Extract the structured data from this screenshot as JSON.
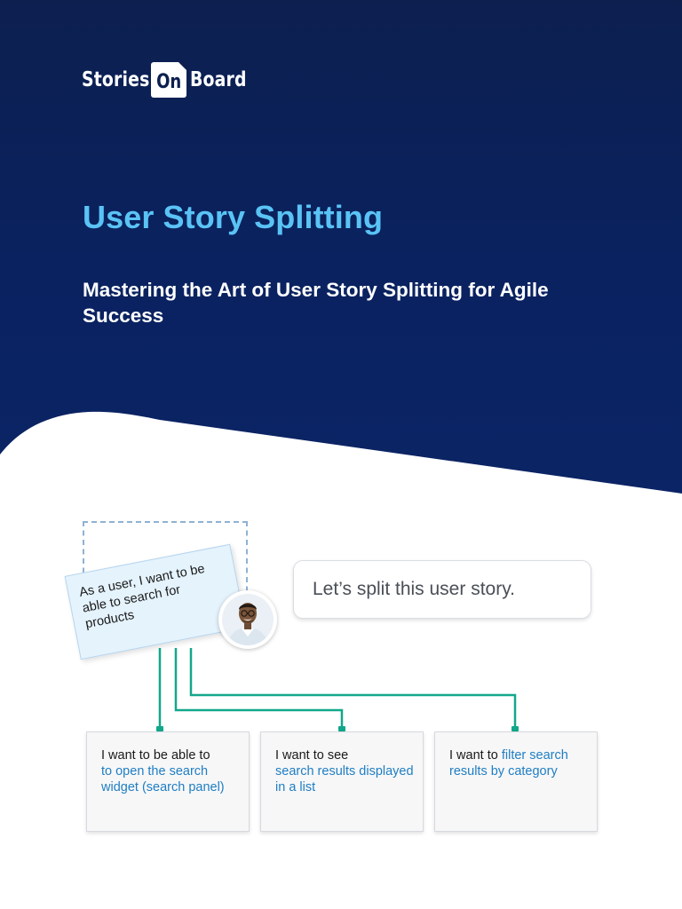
{
  "logo": {
    "stories": "Stories",
    "on": "On",
    "board": "Board"
  },
  "title": "User Story Splitting",
  "subtitle": "Mastering the Art of User Story Splitting for Agile Success",
  "diagram": {
    "story_card": "As a user, I want to be able to search for products",
    "speech_bubble": "Let’s split this user story.",
    "cards": [
      {
        "prefix": "I want to be able to",
        "highlight": "to open the search widget (search panel)"
      },
      {
        "prefix": "I want to see",
        "highlight": "search results displayed in a list"
      },
      {
        "prefix": "I want to",
        "highlight": "filter search results by category"
      }
    ]
  },
  "colors": {
    "hero_background": "#0c1f4f",
    "title": "#5ac3f5",
    "connector": "#12a78b",
    "story_card": "#e5f3fd",
    "highlight_text": "#1f7ec2"
  }
}
